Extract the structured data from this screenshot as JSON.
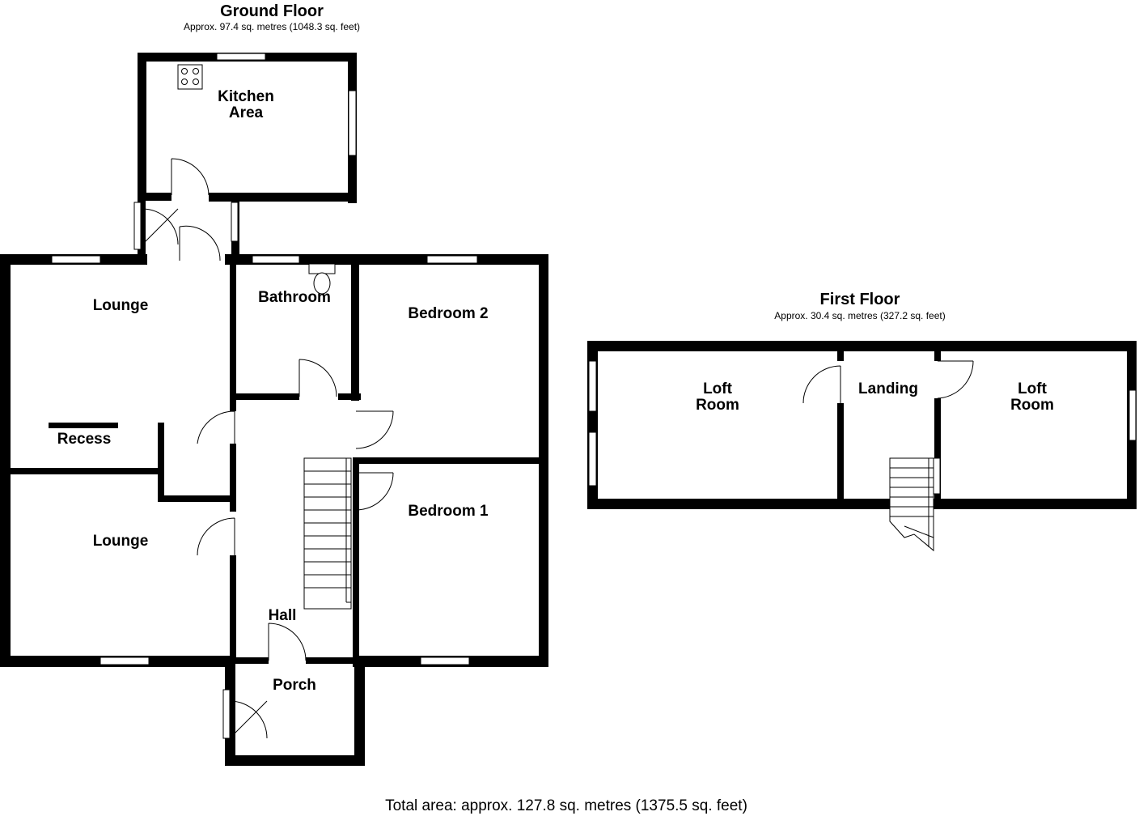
{
  "ground_floor": {
    "title": "Ground Floor",
    "area": "Approx. 97.4 sq. metres (1048.3 sq. feet)",
    "rooms": {
      "kitchen_line1": "Kitchen",
      "kitchen_line2": "Area",
      "lounge_upper": "Lounge",
      "recess": "Recess",
      "lounge_lower": "Lounge",
      "bathroom": "Bathroom",
      "bedroom2": "Bedroom 2",
      "bedroom1": "Bedroom 1",
      "hall": "Hall",
      "porch": "Porch"
    }
  },
  "first_floor": {
    "title": "First Floor",
    "area": "Approx. 30.4 sq. metres (327.2 sq. feet)",
    "rooms": {
      "loft_left_line1": "Loft",
      "loft_left_line2": "Room",
      "landing": "Landing",
      "loft_right_line1": "Loft",
      "loft_right_line2": "Room"
    }
  },
  "total_area": "Total area: approx. 127.8 sq. metres (1375.5 sq. feet)"
}
